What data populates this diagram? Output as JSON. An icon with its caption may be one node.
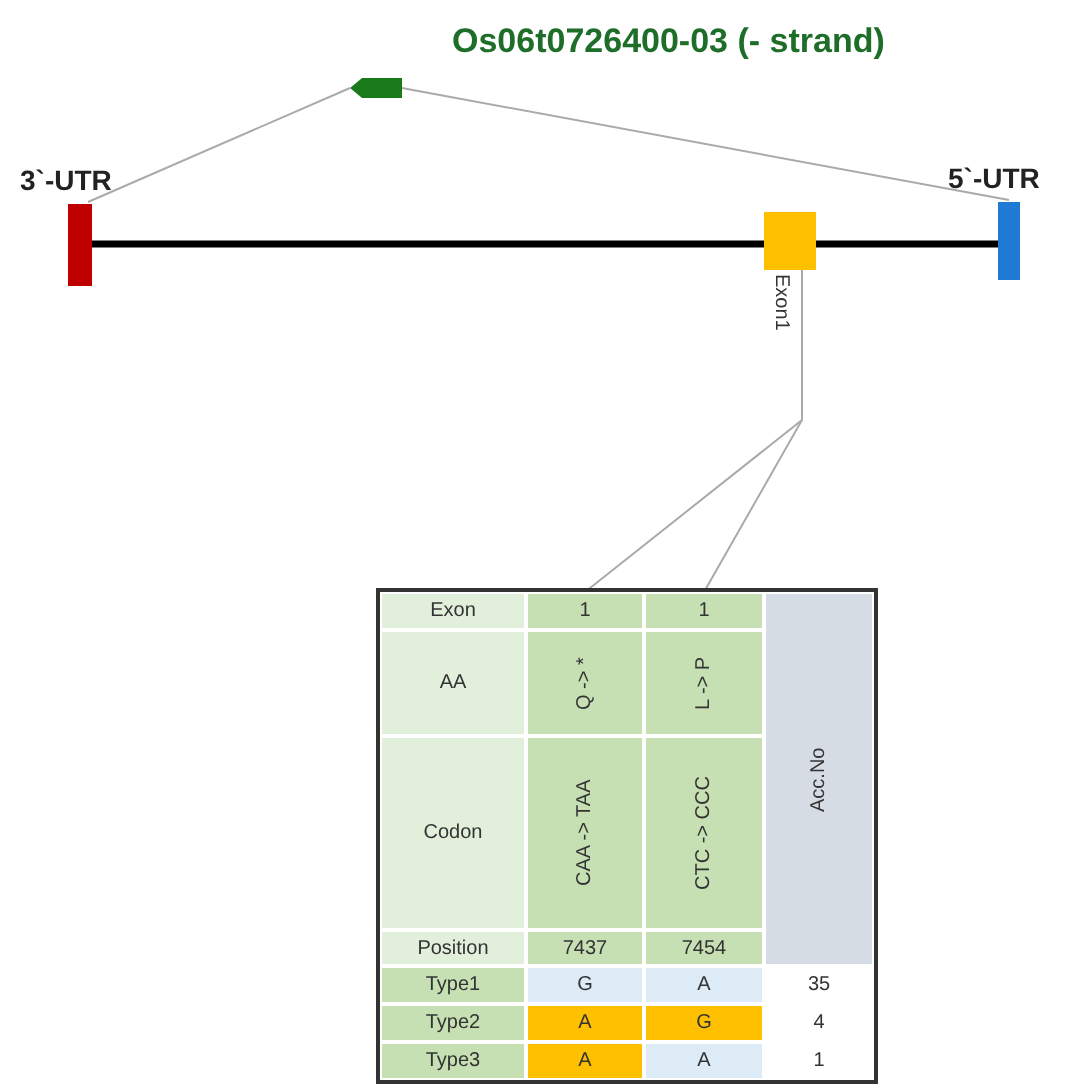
{
  "diagram": {
    "title": "Os06t0726400-03 (- strand)",
    "nodes": [
      {
        "text": [],
        "shape": "arrow"
      },
      {
        "text": [],
        "shape": "bar",
        "beside": [
          "3`-UTR"
        ]
      },
      {
        "text": [],
        "shape": "box",
        "beside": [
          "Exon1"
        ]
      },
      {
        "text": [],
        "shape": "bar",
        "beside": [
          "5`-UTR"
        ]
      },
      {
        "text": [],
        "shape": "box"
      },
      {
        "text": [
          "1"
        ],
        "in": 4
      },
      {
        "text": [
          "1"
        ],
        "in": 4
      }
    ],
    "edges": [
      {
        "from": 0,
        "to": 1,
        "arrow": "none"
      },
      {
        "from": 0,
        "to": 3,
        "arrow": "none"
      },
      {
        "from": 1,
        "to": 2,
        "arrow": "none",
        "style": "thick",
        "color": "#000000"
      },
      {
        "from": 2,
        "to": 3,
        "arrow": "none",
        "style": "thick",
        "color": "#000000"
      },
      {
        "from": 2,
        "to": 5,
        "arrow": "none"
      },
      {
        "from": 2,
        "to": 6,
        "arrow": "none"
      }
    ],
    "labels": [
      "Exon",
      "Acc.No",
      "AA",
      "Q -> *",
      "L -> P",
      "Codon",
      "CAA -> TAA",
      "CTC -> CCC",
      "Position",
      "7437",
      "7454",
      "Type1",
      "G",
      "A",
      "35",
      "Type2",
      "A",
      "G",
      "4",
      "Type3",
      "A",
      "A",
      "1"
    ]
  }
}
